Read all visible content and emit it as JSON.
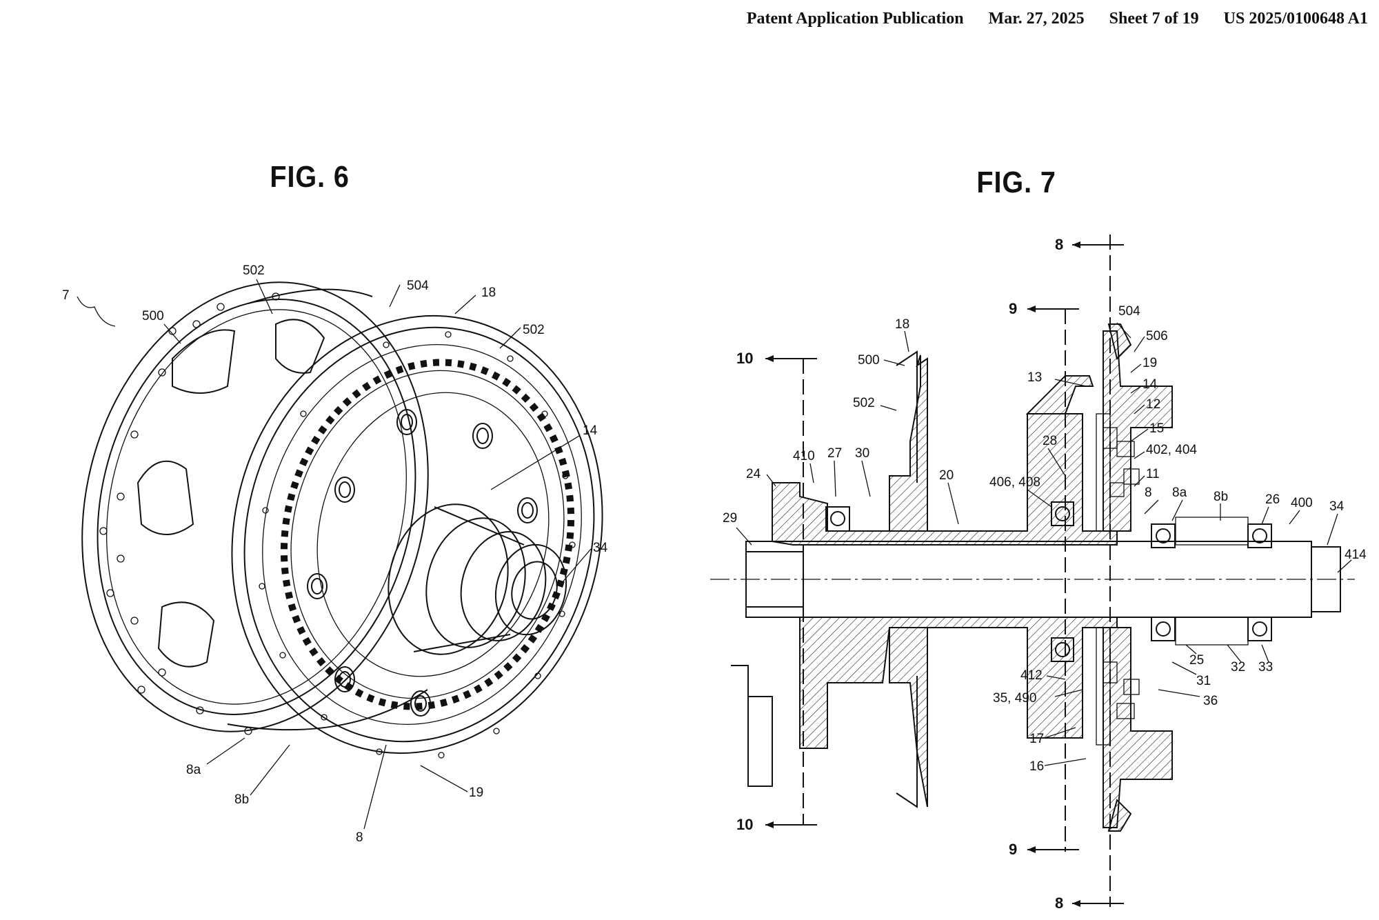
{
  "header": {
    "publication": "Patent Application Publication",
    "date": "Mar. 27, 2025",
    "sheet": "Sheet 7 of 19",
    "number": "US 2025/0100648 A1"
  },
  "fig6": {
    "title": "FIG. 6",
    "labels": [
      "7",
      "500",
      "502",
      "504",
      "18",
      "502",
      "14",
      "34",
      "8a",
      "8b",
      "8",
      "19"
    ]
  },
  "fig7": {
    "title": "FIG. 7",
    "section_marks": [
      "8",
      "9",
      "10",
      "10",
      "9",
      "8"
    ],
    "labels": [
      "18",
      "500",
      "502",
      "24",
      "410",
      "27",
      "30",
      "20",
      "406, 408",
      "28",
      "13",
      "504",
      "506",
      "19",
      "14",
      "12",
      "15",
      "402, 404",
      "11",
      "8",
      "8a",
      "8b",
      "26",
      "400",
      "34",
      "29",
      "414",
      "412",
      "35, 490",
      "17",
      "16",
      "25",
      "31",
      "36",
      "32",
      "33"
    ]
  }
}
